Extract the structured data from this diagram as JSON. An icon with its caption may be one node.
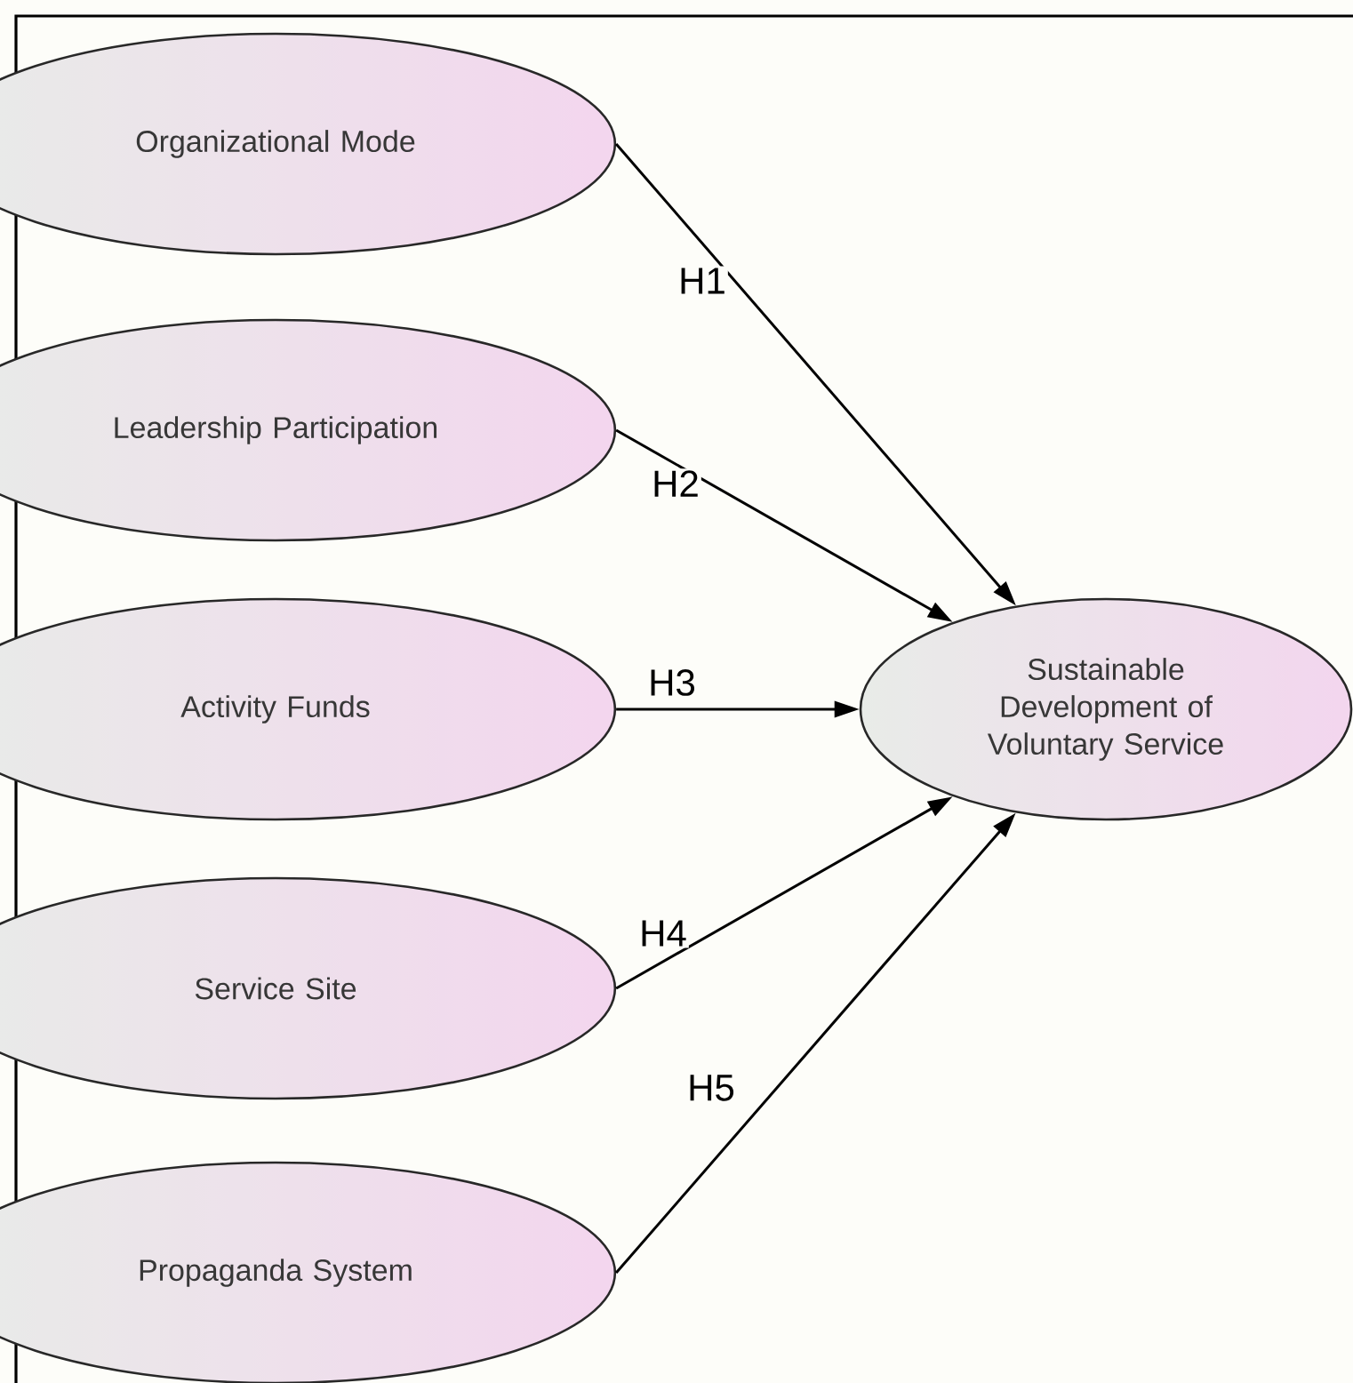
{
  "diagram": {
    "nodes": [
      {
        "text": [
          "Organizational Mode"
        ]
      },
      {
        "text": [
          "Leadership Participation"
        ]
      },
      {
        "text": [
          "Activity Funds"
        ]
      },
      {
        "text": [
          "Service Site"
        ]
      },
      {
        "text": [
          "Propaganda System"
        ]
      },
      {
        "text": [
          "Sustainable Development of Voluntary Service"
        ]
      }
    ],
    "edges": [
      {
        "from": 0,
        "to": 5,
        "arrow": "to",
        "label": "H1"
      },
      {
        "from": 1,
        "to": 5,
        "arrow": "to",
        "label": "H2"
      },
      {
        "from": 2,
        "to": 5,
        "arrow": "to",
        "label": "H3"
      },
      {
        "from": 3,
        "to": 5,
        "arrow": "to",
        "label": "H4"
      },
      {
        "from": 4,
        "to": 5,
        "arrow": "to",
        "label": "H5"
      }
    ]
  }
}
